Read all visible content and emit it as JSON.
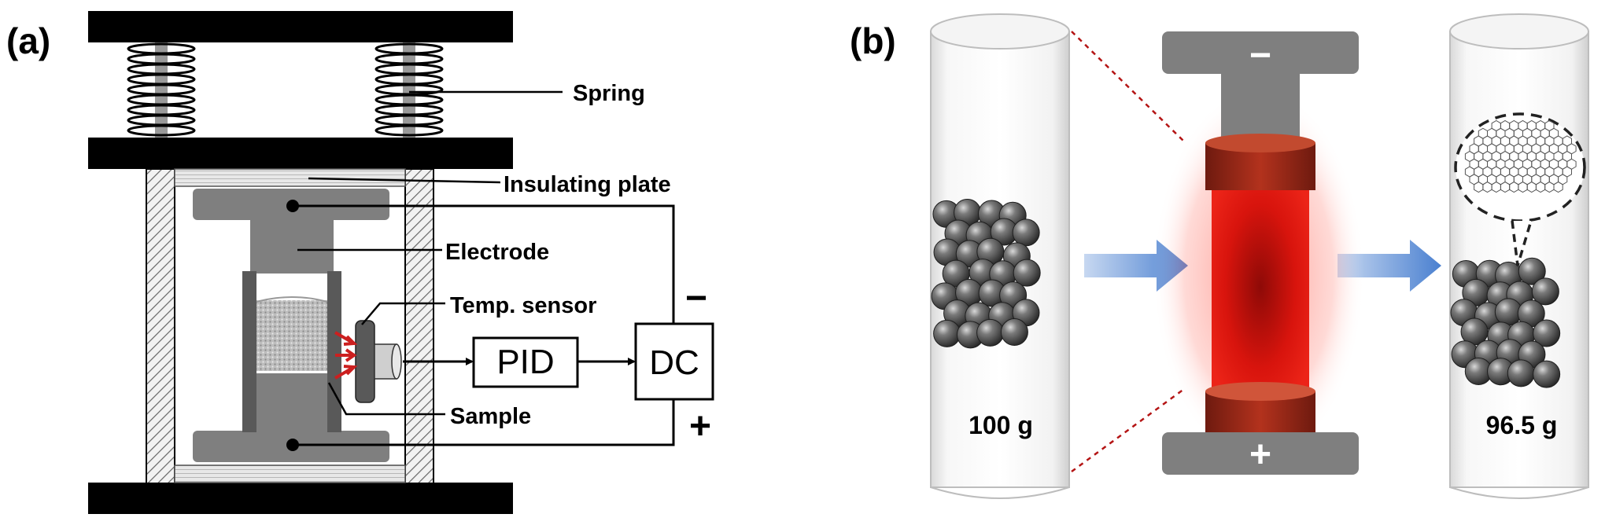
{
  "panel_a": {
    "label": "(a)",
    "callouts": {
      "spring": "Spring",
      "insulating_plate": "Insulating plate",
      "electrode": "Electrode",
      "temp_sensor": "Temp. sensor",
      "sample": "Sample"
    },
    "boxes": {
      "pid": "PID",
      "dc": "DC"
    },
    "polarity": {
      "negative": "−",
      "positive": "+"
    }
  },
  "panel_b": {
    "label": "(b)",
    "initial_mass": "100 g",
    "final_mass": "96.5 g",
    "electrode_negative": "−",
    "electrode_positive": "+"
  },
  "colors": {
    "steel": "#000000",
    "electrode_gray": "#7f7f7f",
    "heat_red": "#e0140e",
    "arrow_blue": "#5b8ed6",
    "callout_red": "#cc1f1f"
  }
}
